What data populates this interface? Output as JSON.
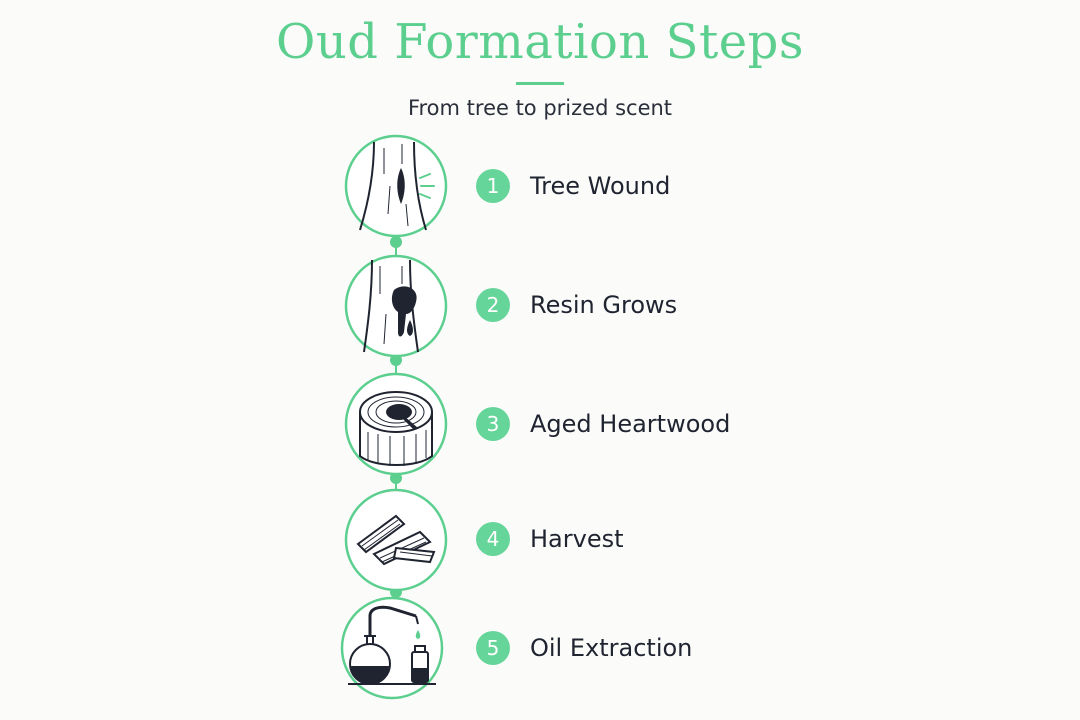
{
  "header": {
    "title": "Oud Formation Steps",
    "subtitle": "From tree to prized scent"
  },
  "colors": {
    "accent": "#5ccf8f",
    "badge": "#66d59a",
    "ink": "#1f2430"
  },
  "steps": [
    {
      "number": "1",
      "label": "Tree Wound",
      "icon": "tree-wound-icon"
    },
    {
      "number": "2",
      "label": "Resin Grows",
      "icon": "resin-drip-icon"
    },
    {
      "number": "3",
      "label": "Aged Heartwood",
      "icon": "heartwood-log-icon"
    },
    {
      "number": "4",
      "label": "Harvest",
      "icon": "wood-chips-icon"
    },
    {
      "number": "5",
      "label": "Oil Extraction",
      "icon": "distillation-icon"
    }
  ]
}
